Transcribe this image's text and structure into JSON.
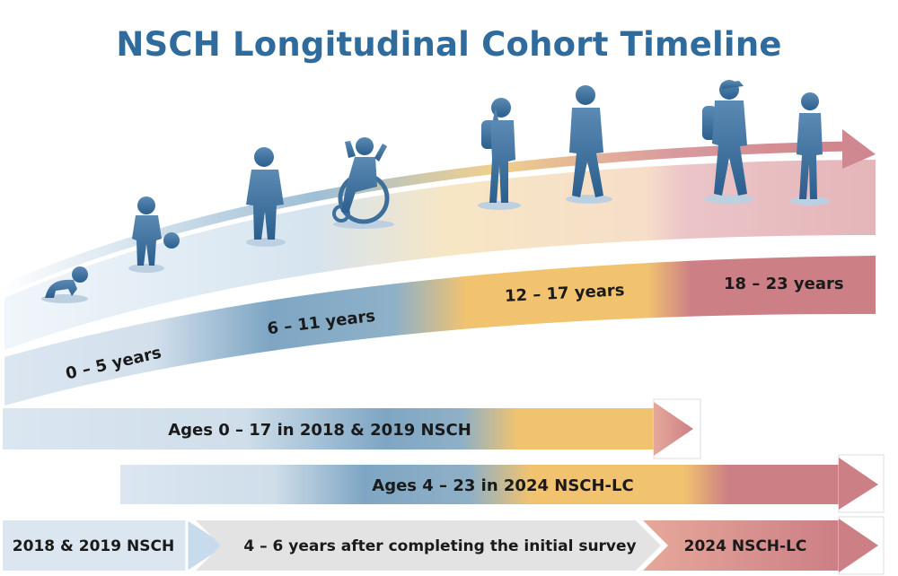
{
  "title": "NSCH Longitudinal Cohort Timeline",
  "colors": {
    "title": "#2f6b9c",
    "light_blue": "#dbe6f1",
    "mid_blue": "#7ea6c4",
    "gold": "#f2c36f",
    "rose": "#cc7f85",
    "gray": "#e3e3e3",
    "silhouette": "#3d6f9c"
  },
  "age_bands": [
    {
      "label": "0 – 5 years",
      "color": "light_blue"
    },
    {
      "label": "6 – 11 years",
      "color": "mid_blue"
    },
    {
      "label": "12 – 17 years",
      "color": "gold"
    },
    {
      "label": "18 – 23 years",
      "color": "rose"
    }
  ],
  "silhouettes": [
    {
      "name": "crawling-baby-icon"
    },
    {
      "name": "toddler-with-ball-icon"
    },
    {
      "name": "child-standing-icon"
    },
    {
      "name": "child-wheelchair-icon"
    },
    {
      "name": "teen-backpack-icon"
    },
    {
      "name": "teen-standing-icon"
    },
    {
      "name": "young-adult-backpack-icon"
    },
    {
      "name": "young-adult-standing-icon"
    }
  ],
  "cohort_bars": [
    {
      "label": "Ages 0 – 17 in 2018 & 2019 NSCH"
    },
    {
      "label": "Ages 4 – 23 in 2024 NSCH-LC"
    }
  ],
  "process": [
    {
      "label": "2018 & 2019 NSCH"
    },
    {
      "label": "4 – 6 years after completing the initial survey"
    },
    {
      "label": "2024 NSCH-LC"
    }
  ]
}
